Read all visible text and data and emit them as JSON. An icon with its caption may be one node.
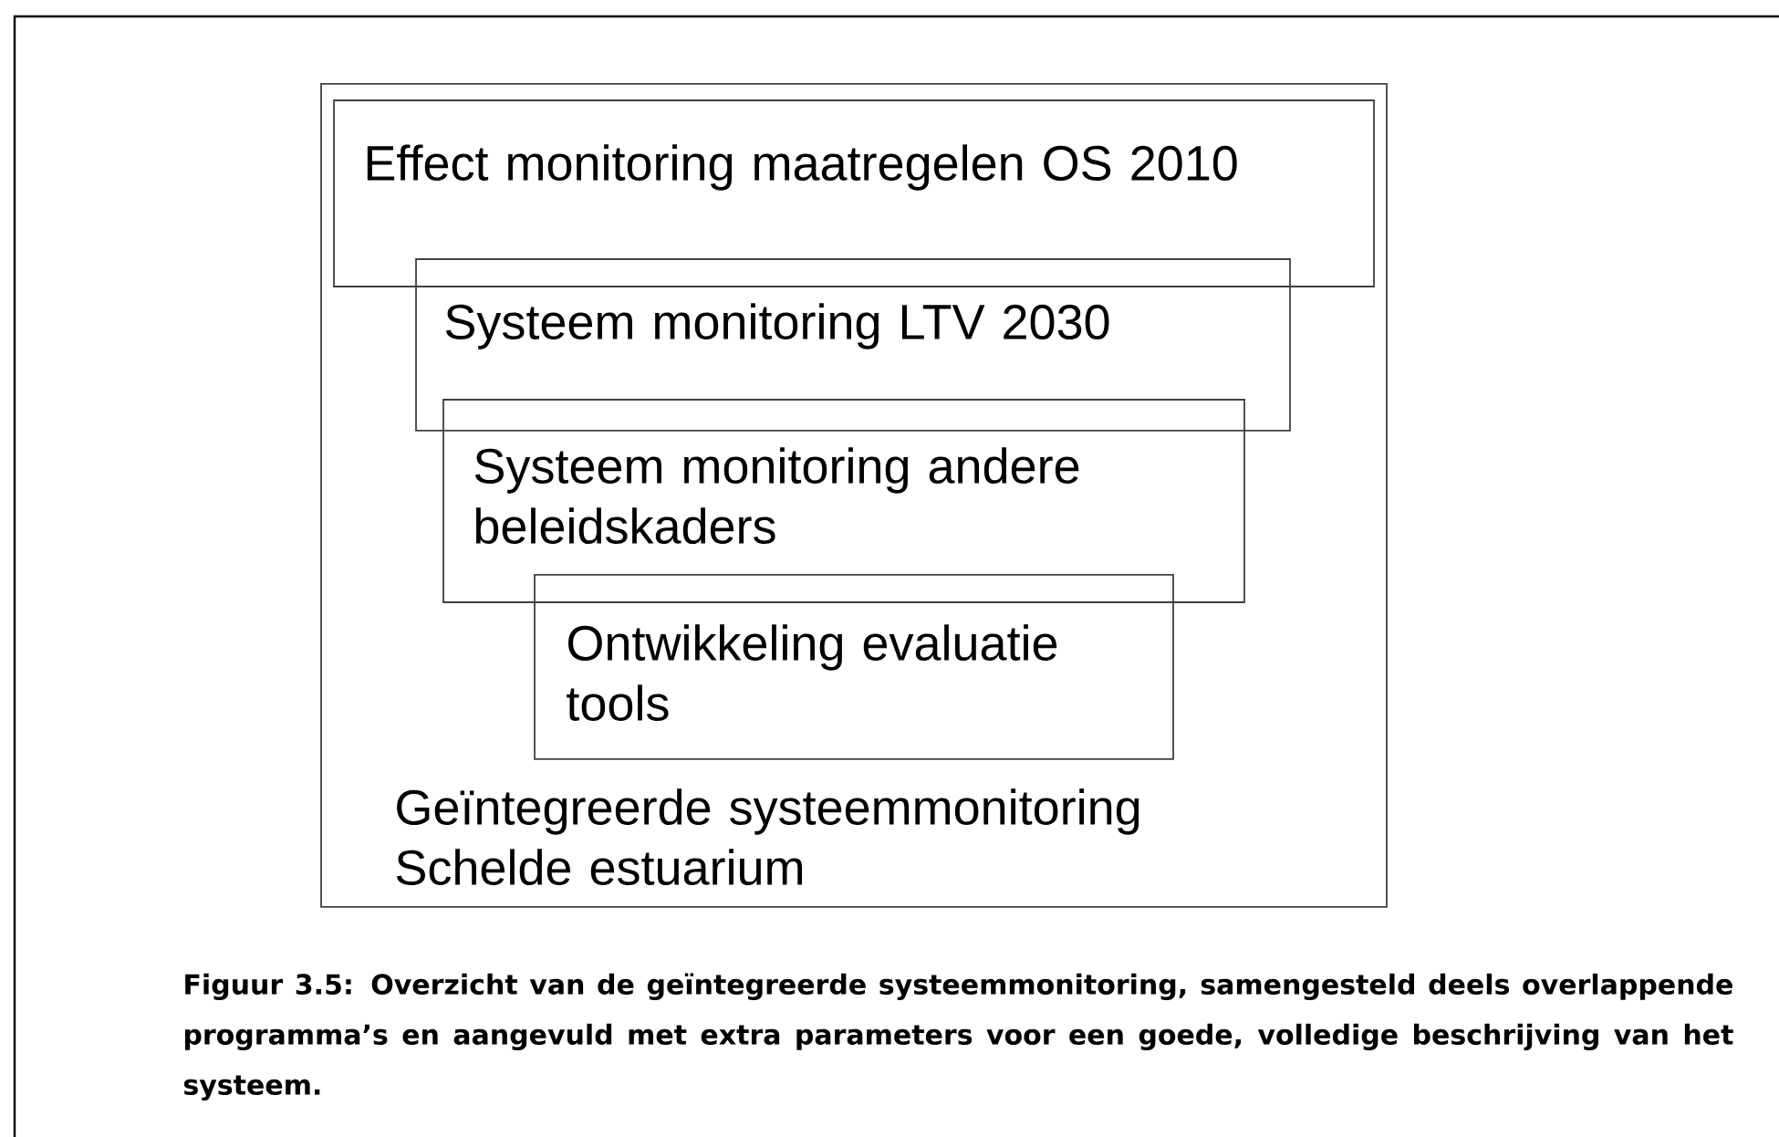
{
  "diagram": {
    "caption": "Figuur 3.5: Overzicht van de geïntegreerde systeemmonitoring, samengesteld deels overlappende programma’s en aangevuld met extra parameters voor een goede, volledige beschrijving van het systeem.",
    "nodes": [
      {
        "text": [
          "Geïntegreerde systeemmonitoring Schelde estuarium"
        ]
      },
      {
        "text": [
          "Effect monitoring maatregelen OS 2010"
        ],
        "in": 0
      },
      {
        "text": [
          "Systeem monitoring LTV 2030"
        ],
        "in": 0
      },
      {
        "text": [
          "Systeem monitoring andere beleidskaders"
        ],
        "in": 0
      },
      {
        "text": [
          "Ontwikkeling evaluatie tools"
        ],
        "in": 0
      }
    ]
  }
}
